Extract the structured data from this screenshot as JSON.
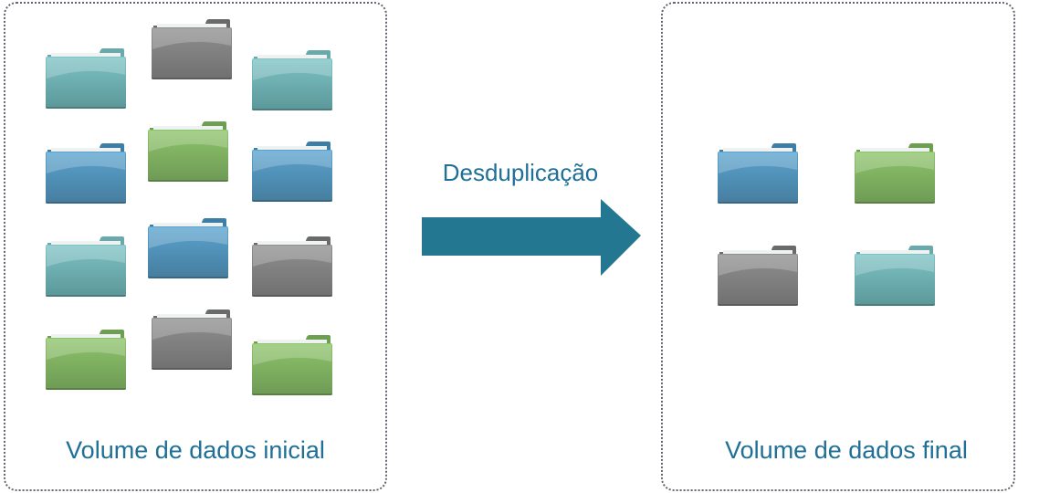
{
  "diagram": {
    "initial_label": "Volume de dados inicial",
    "final_label": "Volume de dados final",
    "arrow_label": "Desduplicação"
  },
  "colors": {
    "teal": {
      "back": "#6aa9ab",
      "front": "#7ec3c5",
      "dark": "#5b9799"
    },
    "blue": {
      "back": "#3d7ea6",
      "front": "#5aa3cf",
      "dark": "#467d9e"
    },
    "green": {
      "back": "#6e9e4f",
      "front": "#8dc46a",
      "dark": "#6e9a55"
    },
    "gray": {
      "back": "#6a6a6a",
      "front": "#8f8f8f",
      "dark": "#707070"
    },
    "arrow": "#237790",
    "text": "#1f6f97"
  },
  "initial_folders": [
    {
      "color": "teal"
    },
    {
      "color": "gray"
    },
    {
      "color": "teal"
    },
    {
      "color": "blue"
    },
    {
      "color": "green"
    },
    {
      "color": "blue"
    },
    {
      "color": "teal"
    },
    {
      "color": "blue"
    },
    {
      "color": "gray"
    },
    {
      "color": "green"
    },
    {
      "color": "gray"
    },
    {
      "color": "green"
    }
  ],
  "final_folders": [
    {
      "color": "blue"
    },
    {
      "color": "green"
    },
    {
      "color": "gray"
    },
    {
      "color": "teal"
    }
  ]
}
